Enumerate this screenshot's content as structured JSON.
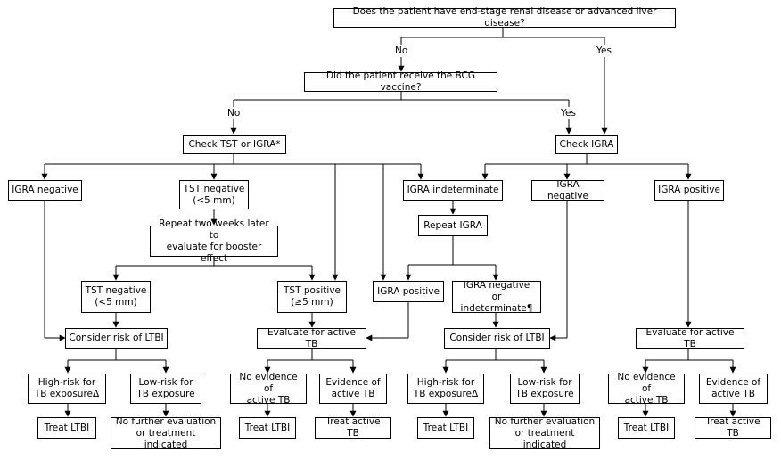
{
  "q1": "Does the patient have end-stage renal disease or advanced liver disease?",
  "q1_no": "No",
  "q1_yes": "Yes",
  "q2": "Did the patient receive the BCG vaccine?",
  "q2_no": "No",
  "q2_yes": "Yes",
  "check_tst_igra": "Check TST or IGRA*",
  "check_igra": "Check IGRA",
  "igra_negative_left": "IGRA negative",
  "tst_negative_top": "TST negative\n(<5 mm)",
  "igra_indeterminate": "IGRA indeterminate",
  "igra_negative_right": "IGRA negative",
  "igra_positive_right": "IGRA positive",
  "repeat_booster": "Repeat two weeks later to\nevaluate for booster effect",
  "repeat_igra": "Repeat IGRA",
  "tst_negative_2": "TST negative\n(<5 mm)",
  "tst_positive": "TST positive\n(≥5 mm)",
  "igra_positive_mid": "IGRA positive",
  "igra_neg_or_indet": "IGRA negative\nor indeterminate¶",
  "consider_ltbi_left": "Consider risk of LTBI",
  "evaluate_tb_mid": "Evaluate for active TB",
  "consider_ltbi_right": "Consider risk of LTBI",
  "evaluate_tb_right": "Evaluate for active TB",
  "high_risk_left": "High-risk for\nTB exposureΔ",
  "low_risk_left": "Low-risk for\nTB exposure",
  "no_evidence_mid": "No evidence of\nactive TB",
  "evidence_mid": "Evidence of\nactive TB",
  "high_risk_right": "High-risk for\nTB exposureΔ",
  "low_risk_right": "Low-risk for\nTB exposure",
  "no_evidence_right": "No evidence of\nactive TB",
  "evidence_right": "Evidence of\nactive TB",
  "treat_ltbi_1": "Treat LTBI",
  "no_further_left": "No further evaluation\nor treatment indicated",
  "treat_ltbi_2": "Treat LTBI",
  "treat_active_1": "Treat active TB",
  "treat_ltbi_3": "Treat LTBI",
  "no_further_right": "No further evaluation\nor treatment indicated",
  "treat_ltbi_4": "Treat LTBI",
  "treat_active_2": "Treat active TB",
  "colors": {
    "line": "#000000",
    "box_border": "#000000",
    "background": "#ffffff"
  }
}
